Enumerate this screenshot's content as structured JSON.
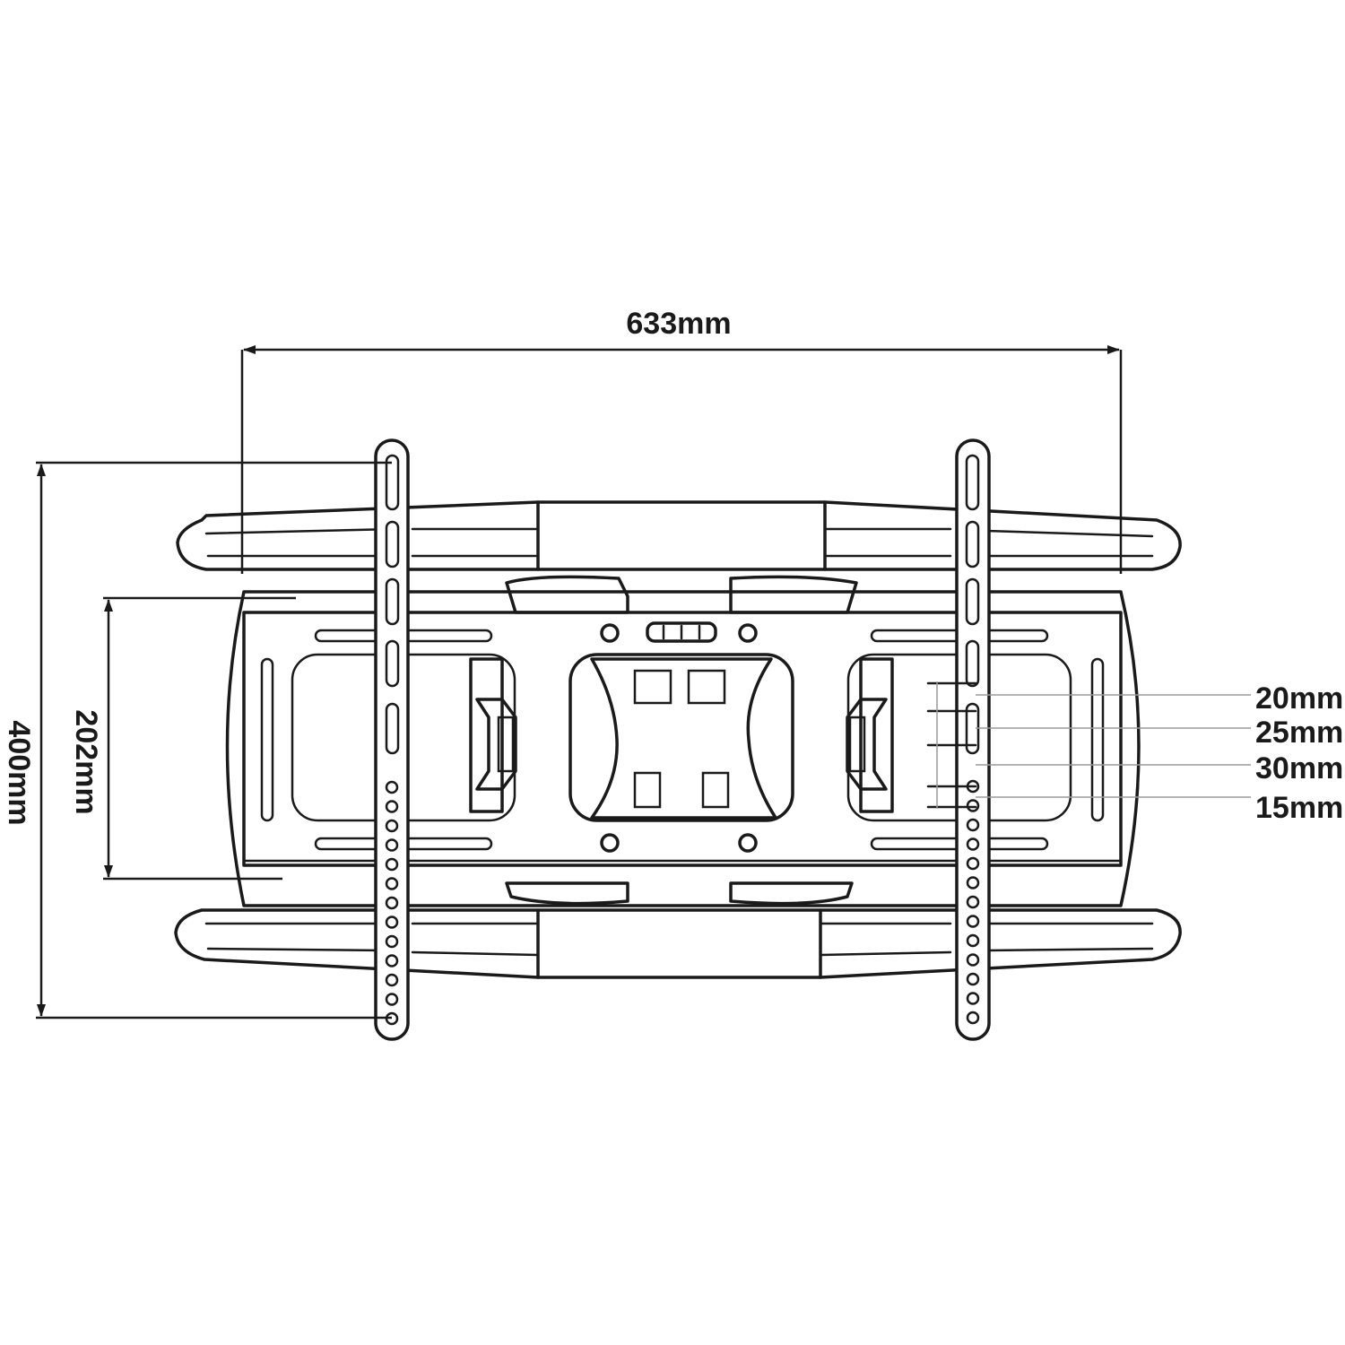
{
  "diagram": {
    "subject": "tv-wall-mount-bracket-front-view",
    "colors": {
      "line": "#1a1a1a",
      "leader": "#9a9a9a",
      "background": "#ffffff"
    },
    "dimensions": {
      "overall_width": "633mm",
      "overall_height": "400mm",
      "plate_height": "202mm",
      "hole_spacing": [
        "20mm",
        "25mm",
        "30mm",
        "15mm"
      ]
    }
  }
}
